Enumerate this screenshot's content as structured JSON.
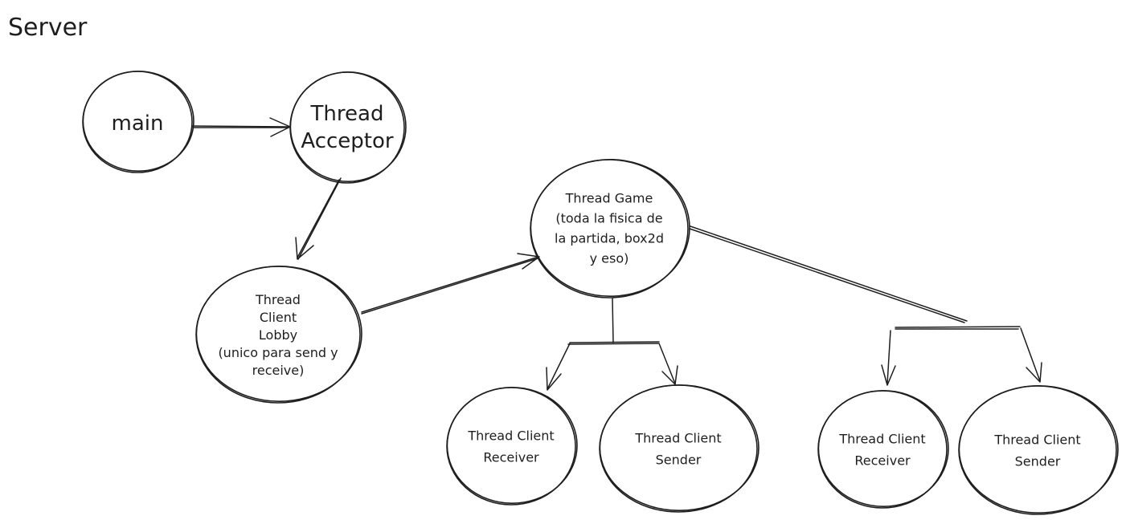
{
  "title": "Server",
  "nodes": {
    "main": {
      "lines": [
        "main"
      ]
    },
    "acceptor": {
      "lines": [
        "Thread",
        "Acceptor"
      ]
    },
    "lobby": {
      "lines": [
        "Thread",
        "Client",
        "Lobby",
        "(unico para send y",
        "receive)"
      ]
    },
    "game": {
      "lines": [
        "Thread Game",
        "(toda la fisica de",
        "la partida, box2d",
        "y eso)"
      ]
    },
    "receiver_1": {
      "lines": [
        "Thread Client",
        "Receiver"
      ]
    },
    "sender_1": {
      "lines": [
        "Thread Client",
        "Sender"
      ]
    },
    "receiver_2": {
      "lines": [
        "Thread Client",
        "Receiver"
      ]
    },
    "sender_2": {
      "lines": [
        "Thread Client",
        "Sender"
      ]
    }
  },
  "colors": {
    "stroke": "#1e1e1e",
    "background": "#ffffff"
  }
}
